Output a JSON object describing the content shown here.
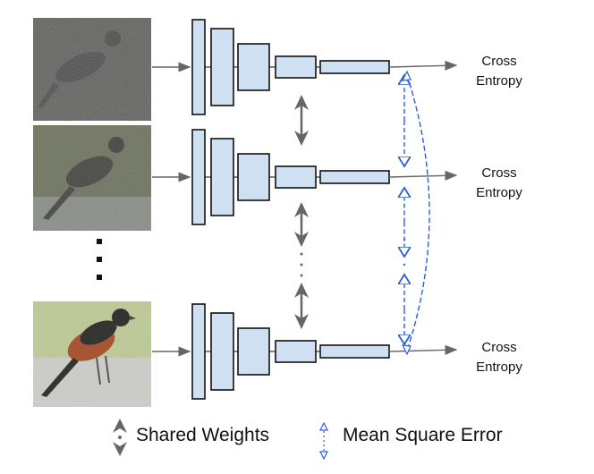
{
  "rows": [
    {
      "output_label_line1": "Cross",
      "output_label_line2": "Entropy",
      "image_noise": "high"
    },
    {
      "output_label_line1": "Cross",
      "output_label_line2": "Entropy",
      "image_noise": "medium"
    },
    {
      "output_label_line1": "Cross",
      "output_label_line2": "Entropy",
      "image_noise": "low"
    }
  ],
  "legend": {
    "shared_weights": "Shared Weights",
    "mean_square_error": "Mean Square Error"
  },
  "colors": {
    "layer_fill": "#cfe0f3",
    "layer_stroke": "#111111",
    "shared_weights_arrow": "#666666",
    "mse_arrow": "#2b5fd9"
  },
  "icons": {
    "shared_weights": "double-headed-gray-arrow",
    "mean_square_error": "double-headed-dashed-blue-arrow",
    "continuation": "vertical-dots"
  }
}
